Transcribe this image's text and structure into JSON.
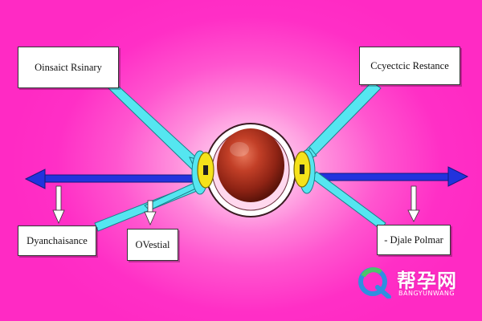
{
  "labels": {
    "top_left": "Oinsaict Rsinary",
    "top_right": "Ccyectcic Restance",
    "bottom_left": "Dyanchaisance",
    "bottom_middle": "OVestial",
    "bottom_right": "- Djale Polmar"
  },
  "watermark": {
    "title": "帮孕网",
    "subtitle": "BANGYUNWANG"
  },
  "colors": {
    "background": "#ff2ac4",
    "axis_arrow": "#2233dd",
    "connector": "#55e6f0",
    "core": "#a82a1a",
    "ring": "#ffffff",
    "clip": "#f5e21a"
  },
  "icons": {
    "watermark_logo": "q-logo-icon"
  }
}
